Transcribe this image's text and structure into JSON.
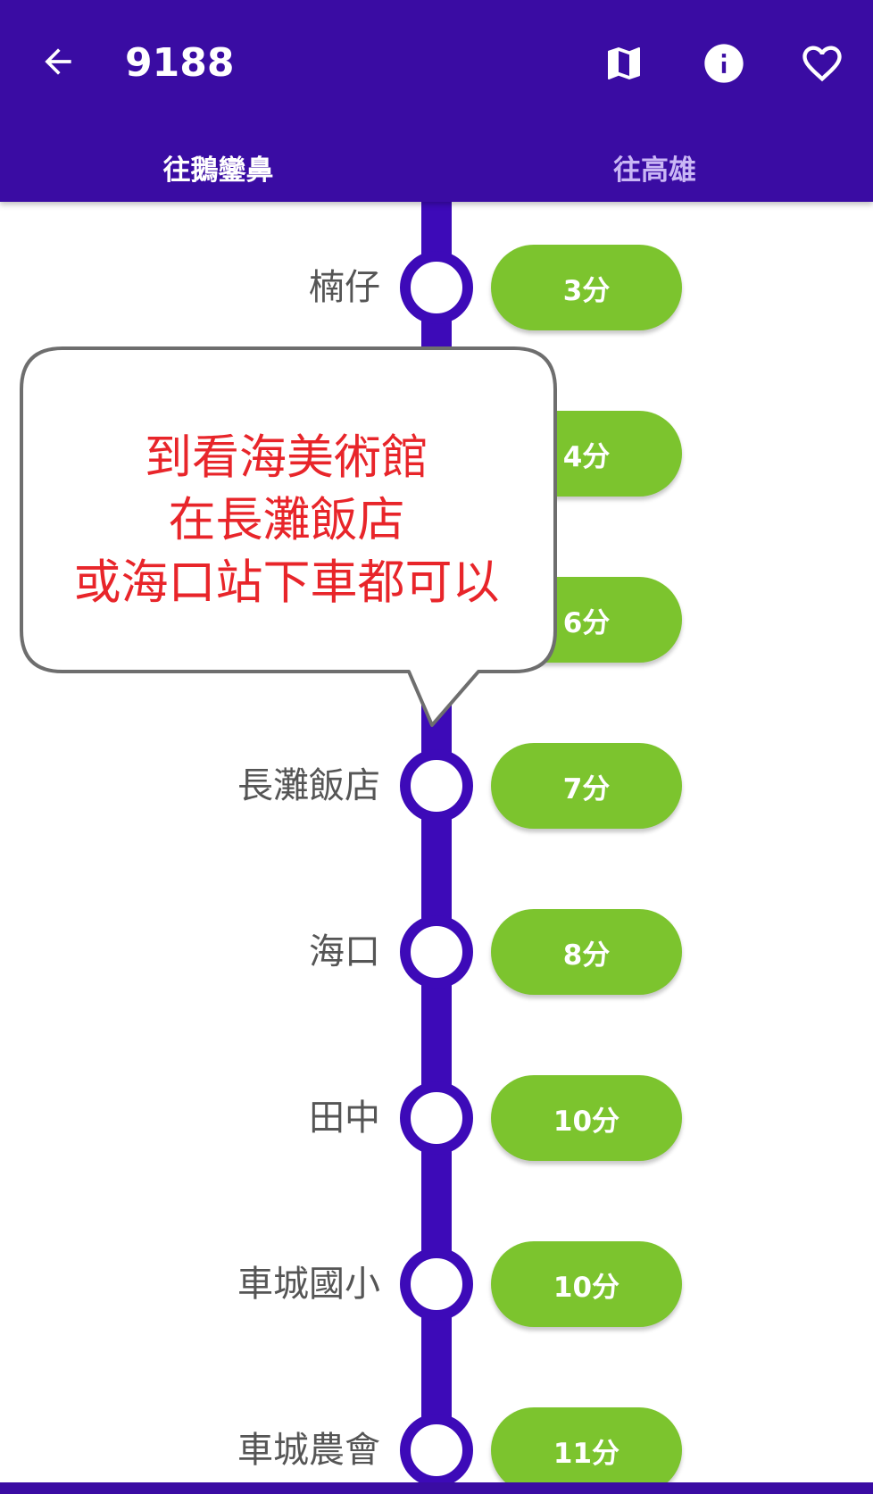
{
  "header": {
    "route_number": "9188",
    "back_icon": "arrow-left-icon",
    "actions": [
      "map-icon",
      "info-icon",
      "heart-outline-icon"
    ]
  },
  "tabs": [
    {
      "label": "往鵝鑾鼻",
      "active": true
    },
    {
      "label": "往高雄",
      "active": false
    }
  ],
  "stops": [
    {
      "name": "楠仔",
      "eta": "3分"
    },
    {
      "name": "",
      "eta": "4分"
    },
    {
      "name": "",
      "eta": "6分"
    },
    {
      "name": "長灘飯店",
      "eta": "7分"
    },
    {
      "name": "海口",
      "eta": "8分"
    },
    {
      "name": "田中",
      "eta": "10分"
    },
    {
      "name": "車城國小",
      "eta": "10分"
    },
    {
      "name": "車城農會",
      "eta": "11分"
    }
  ],
  "callout": {
    "lines": [
      "到看海美術館",
      "在長灘飯店",
      "或海口站下車都可以"
    ]
  },
  "colors": {
    "header": "#3a0ca3",
    "line": "#3d0ab8",
    "eta_pill": "#7cc42e",
    "callout_text": "#e8252a"
  }
}
